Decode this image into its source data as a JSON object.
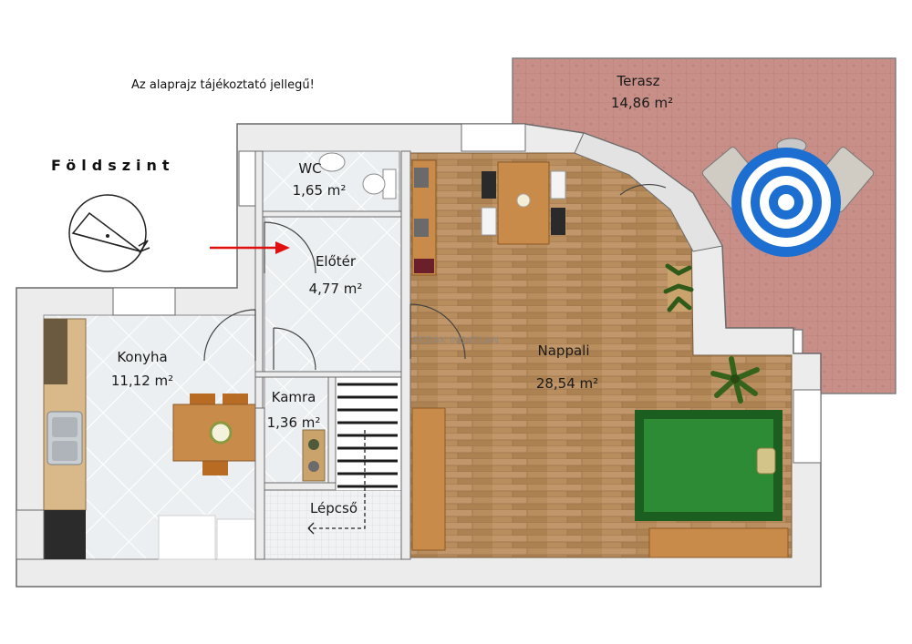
{
  "note": "Az alaprajz tájékoztató jellegű!",
  "level": "Földszint",
  "watermark": "FEDÁK INGATLAN",
  "rooms": [
    {
      "name": "Terasz",
      "area": "14,86 m²"
    },
    {
      "name": "WC",
      "area": "1,65 m²"
    },
    {
      "name": "Előtér",
      "area": "4,77 m²"
    },
    {
      "name": "Konyha",
      "area": "11,12 m²"
    },
    {
      "name": "Kamra",
      "area": "1,36 m²"
    },
    {
      "name": "Nappali",
      "area": "28,54 m²"
    },
    {
      "name": "Lépcső",
      "area": ""
    }
  ],
  "colors": {
    "wall": "#ededed",
    "wood_floor": "#b5895a",
    "tile_floor": "#e9ecee",
    "terrace": "#c9908a",
    "entry_arrow": "#e01010",
    "billiard_table": "#1f7f2c",
    "parasol": "#1c6fd0"
  }
}
